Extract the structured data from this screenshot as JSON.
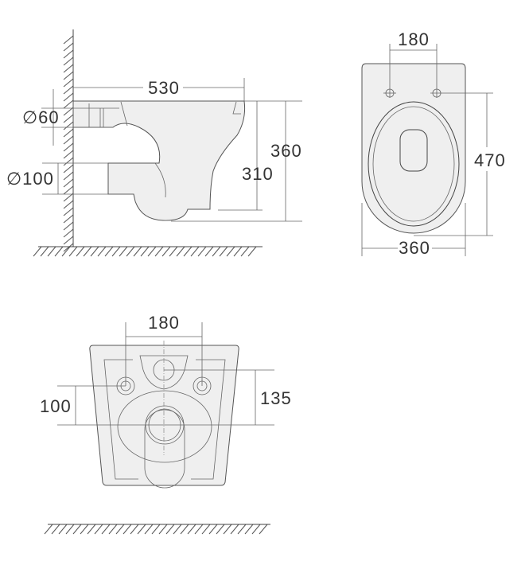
{
  "side_view": {
    "width": "530",
    "pipe_small": "∅60",
    "pipe_large": "∅100",
    "height_total": "360",
    "height_outlet": "310"
  },
  "front_view": {
    "fixing_distance": "180",
    "length": "470",
    "width": "360"
  },
  "back_view": {
    "fixing_distance": "180",
    "fixing_height": "100",
    "inlet_height": "135"
  },
  "colors": {
    "body_fill": "#efefef",
    "line": "#444444"
  }
}
